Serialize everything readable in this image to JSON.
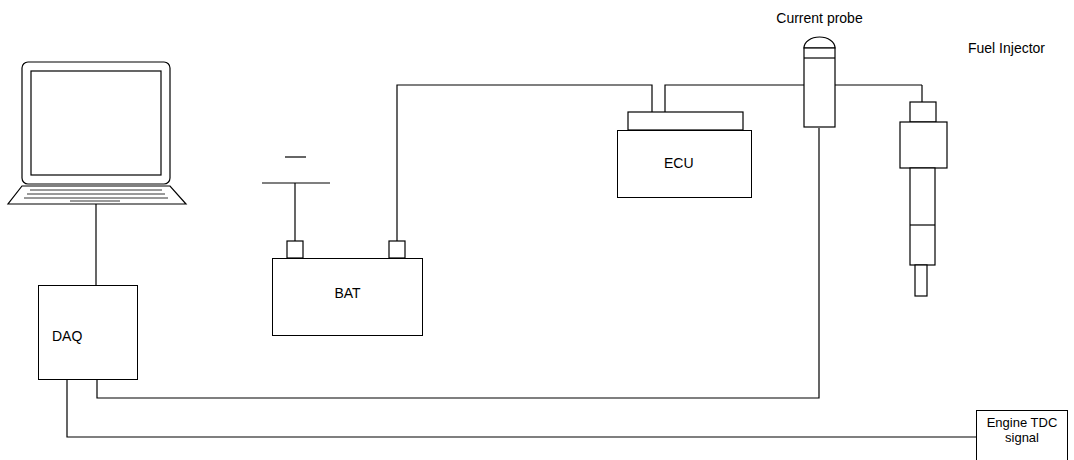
{
  "diagram": {
    "nodes": [
      {
        "text": [
          "BAT"
        ]
      },
      {
        "text": [
          "ECU"
        ]
      },
      {
        "text": [
          "Current probe"
        ]
      },
      {
        "text": [
          "Fuel Injector"
        ]
      },
      {
        "text": [
          "DAQ"
        ]
      },
      {
        "text": [
          "Engine TDC signal"
        ]
      }
    ],
    "edges": [
      {
        "from": 0,
        "to": 1,
        "arrow": "none"
      },
      {
        "from": 1,
        "to": 3,
        "arrow": "none"
      },
      {
        "from": 2,
        "to": 4,
        "arrow": "none"
      },
      {
        "from": 5,
        "to": 4,
        "arrow": "none"
      }
    ]
  }
}
